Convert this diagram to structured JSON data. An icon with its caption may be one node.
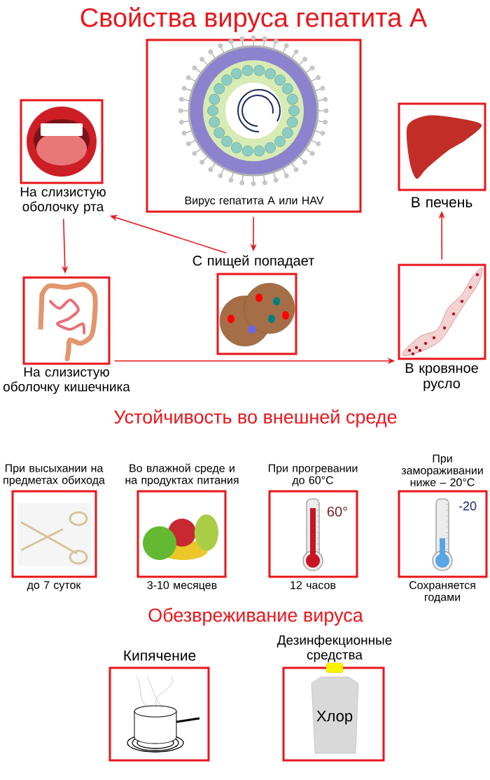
{
  "diagram": {
    "title": "Свойства вируса гепатита А",
    "nodes": [
      {
        "text": [
          "Вирус гепатита А или HAV"
        ]
      },
      {
        "text": [
          "На слизистую оболочку рта"
        ]
      },
      {
        "text": [
          "С пищей попадает"
        ]
      },
      {
        "text": [
          "На слизистую оболочку кишечника"
        ]
      },
      {
        "text": [
          "В кровяное русло"
        ]
      },
      {
        "text": [
          "В печень"
        ]
      },
      {
        "text": [
          "При высыхании на предметах обихода"
        ],
        "beside": [
          "до 7 суток"
        ]
      },
      {
        "text": [
          "Во влажной среде и на продуктах питания"
        ],
        "beside": [
          "3-10 месяцев"
        ]
      },
      {
        "text": [
          "При прогревании до 60°C",
          "60°"
        ],
        "beside": [
          "12 часов"
        ]
      },
      {
        "text": [
          "При замораживании ниже – 20°C",
          "-20"
        ],
        "beside": [
          "Сохраняется годами"
        ]
      },
      {
        "text": [
          "Кипячение"
        ]
      },
      {
        "text": [
          "Дезинфекционные средства",
          "Хлор"
        ]
      }
    ],
    "edges": [
      {
        "from": 0,
        "to": 2,
        "arrow": "to"
      },
      {
        "from": 2,
        "to": 1,
        "arrow": "to"
      },
      {
        "from": 1,
        "to": 3,
        "arrow": "to"
      },
      {
        "from": 3,
        "to": 4,
        "arrow": "to"
      },
      {
        "from": 4,
        "to": 5,
        "arrow": "to"
      }
    ],
    "labels": [
      "Устойчивость во внешней среде",
      "Обезвреживание вируса"
    ]
  }
}
